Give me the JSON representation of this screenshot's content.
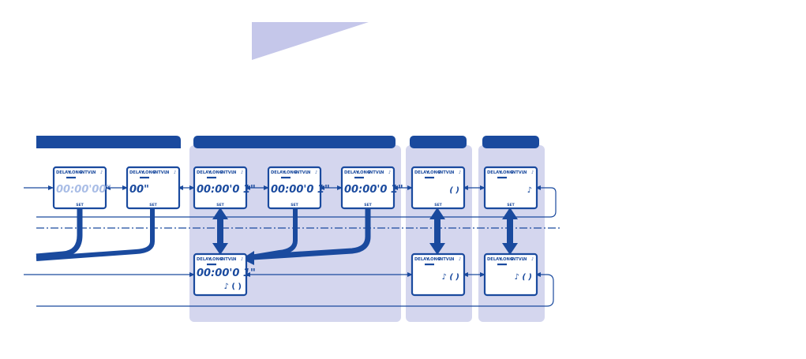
{
  "colors": {
    "frame": "#1a4a9e",
    "panel_bg": "#d4d6ee",
    "digit_dim": "#a9bde6",
    "banner_fill": "#c5c7ea",
    "line": "#1a4a9e"
  },
  "lcd_labels": {
    "delay": "DELAY",
    "long": "LONG",
    "intvl": "INTVL",
    "n": "N",
    "note": "♪",
    "set": "SET"
  },
  "screens": [
    {
      "id": "s1",
      "digits": "00:00'00\"",
      "set": true,
      "extra": ""
    },
    {
      "id": "s2",
      "digits": "00\"",
      "set": true,
      "extra": ""
    },
    {
      "id": "s3",
      "digits": "00:00'0 1\"",
      "set": true,
      "extra": ""
    },
    {
      "id": "s4",
      "digits": "00:00'0 1\"",
      "set": true,
      "extra": ""
    },
    {
      "id": "s5",
      "digits": "00:00'0 1\"",
      "set": true,
      "extra": ""
    },
    {
      "id": "s6",
      "digits": "( )",
      "set": true,
      "extra": ""
    },
    {
      "id": "s7",
      "digits": "♪",
      "set": true,
      "extra": ""
    },
    {
      "id": "s8",
      "digits": "00:00'0 1\"",
      "set": false,
      "extra": "♪ ( )"
    },
    {
      "id": "s9",
      "digits": "♪ ( )",
      "set": false,
      "extra": ""
    },
    {
      "id": "s10",
      "digits": "♪ ( )",
      "set": false,
      "extra": ""
    }
  ]
}
